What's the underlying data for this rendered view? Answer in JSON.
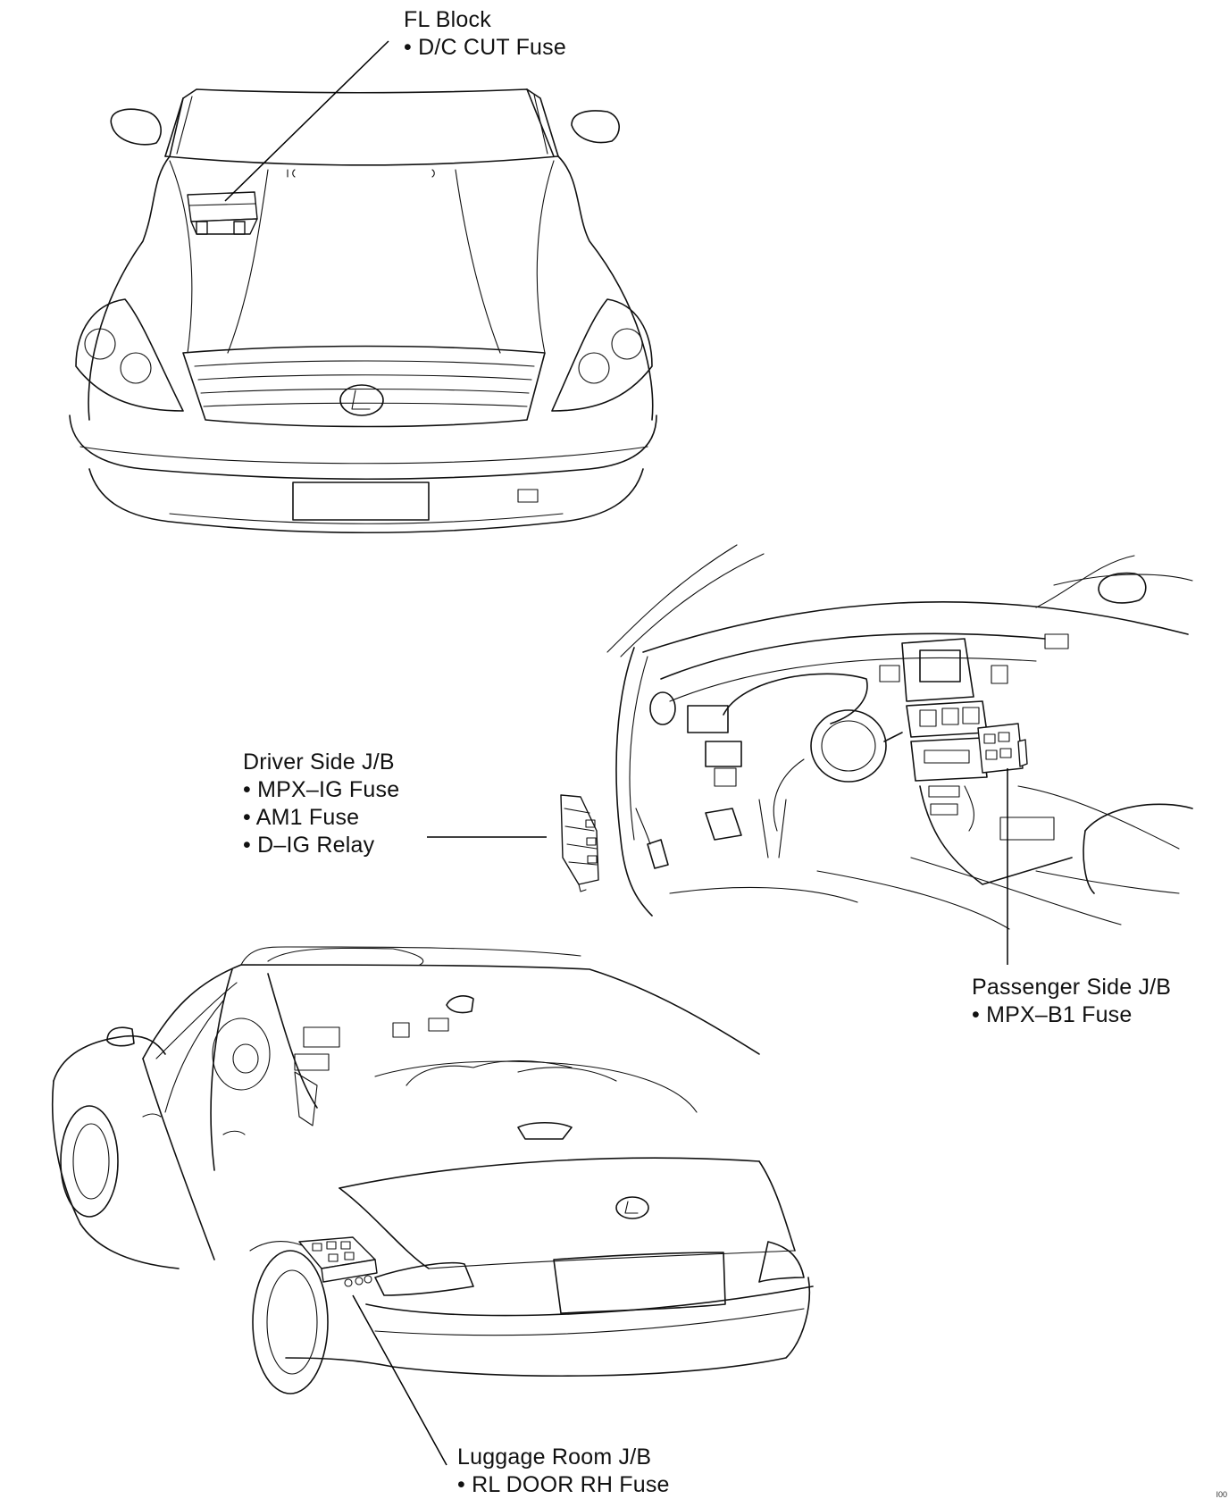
{
  "callouts": {
    "fl_block": {
      "title": "FL Block",
      "items": [
        "• D/C CUT Fuse"
      ]
    },
    "driver_jb": {
      "title": "Driver Side J/B",
      "items": [
        "• MPX–IG Fuse",
        "• AM1 Fuse",
        "• D–IG Relay"
      ]
    },
    "passenger_jb": {
      "title": "Passenger Side J/B",
      "items": [
        "• MPX–B1 Fuse"
      ]
    },
    "luggage_jb": {
      "title": "Luggage Room J/B",
      "items": [
        "• RL DOOR RH Fuse"
      ]
    }
  },
  "corner_mark": "I00"
}
